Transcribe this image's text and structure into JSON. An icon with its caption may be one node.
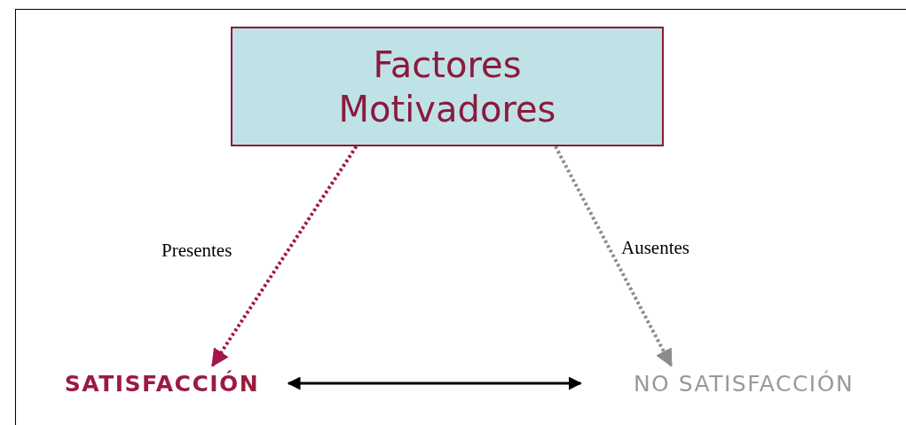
{
  "diagram": {
    "nodes": [
      {
        "text": [
          "Factores Motivadores"
        ]
      },
      {
        "text": [
          "SATISFACCIÓN"
        ]
      },
      {
        "text": [
          "NO SATISFACCIÓN"
        ]
      }
    ],
    "edges": [
      {
        "from": 0,
        "to": 1,
        "arrow": "to",
        "label": "Presentes",
        "style": "dashed",
        "color": "#a0174a"
      },
      {
        "from": 0,
        "to": 2,
        "arrow": "to",
        "label": "Ausentes",
        "style": "dashed",
        "color": "#8c8c8c"
      },
      {
        "from": 1,
        "to": 2,
        "arrow": "both",
        "color": "#000000"
      }
    ]
  }
}
